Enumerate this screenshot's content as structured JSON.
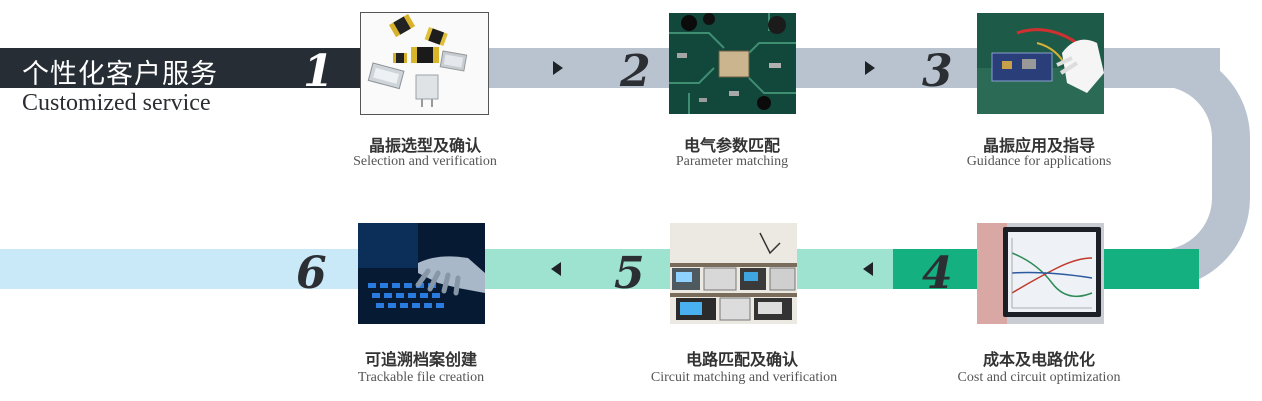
{
  "header": {
    "title_zh": "个性化客户服务",
    "title_en": "Customized service"
  },
  "steps": [
    {
      "number": "1",
      "title_zh": "晶振选型及确认",
      "title_en": "Selection and verification",
      "image": "crystal-oscillator-components"
    },
    {
      "number": "2",
      "title_zh": "电气参数匹配",
      "title_en": "Parameter matching",
      "image": "circuit-board-closeup"
    },
    {
      "number": "3",
      "title_zh": "晶振应用及指导",
      "title_en": "Guidance for applications",
      "image": "gloved-hand-pcb-testing"
    },
    {
      "number": "4",
      "title_zh": "成本及电路优化",
      "title_en": "Cost and circuit optimization",
      "image": "oscilloscope-monitor-graph"
    },
    {
      "number": "5",
      "title_zh": "电路匹配及确认",
      "title_en": "Circuit matching and verification",
      "image": "lab-test-equipment"
    },
    {
      "number": "6",
      "title_zh": "可追溯档案创建",
      "title_en": "Trackable file creation",
      "image": "hands-typing-keyboard"
    }
  ],
  "colors": {
    "dark_band": "#262d35",
    "gray_band": "#b9c3cf",
    "green_band": "#15b07f",
    "mint_band": "#9ee3cf",
    "light_blue_band": "#c9e8f8",
    "number": "#2b2f33"
  }
}
